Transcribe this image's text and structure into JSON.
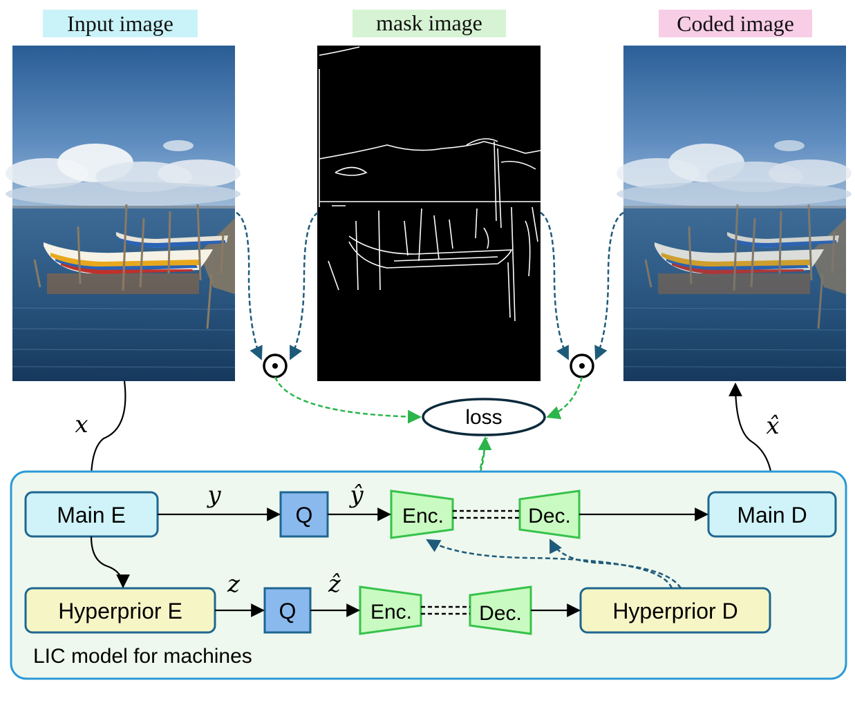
{
  "images": {
    "input": {
      "label": "Input image",
      "label_bg": "#c9f3f8"
    },
    "mask": {
      "label": "mask image",
      "label_bg": "#d6f3d3"
    },
    "coded": {
      "label": "Coded image",
      "label_bg": "#f8cde6"
    }
  },
  "loss": {
    "label": "loss"
  },
  "operators": {
    "product_symbol": "⊙"
  },
  "math_labels": {
    "x": "x",
    "x_hat": "x̂",
    "y": "y",
    "y_hat": "ŷ",
    "z": "z",
    "z_hat": "ẑ"
  },
  "model": {
    "caption": "LIC model for machines",
    "main_e": "Main E",
    "main_d": "Main D",
    "hyper_e": "Hyperprior E",
    "hyper_d": "Hyperprior D",
    "q_top": "Q",
    "q_bottom": "Q",
    "enc_top": "Enc.",
    "dec_top": "Dec.",
    "enc_bottom": "Enc.",
    "dec_bottom": "Dec."
  },
  "colors": {
    "main_box_fill": "#cff3f8",
    "hyper_box_fill": "#f6f5c6",
    "box_stroke": "#1d6690",
    "q_fill": "#8ab9ee",
    "coder_fill": "#c9fac1",
    "coder_stroke": "#36c24a",
    "model_bg": "#eef8ee",
    "model_stroke": "#2a9ad6",
    "dashed_blue": "#1e5a7a",
    "dashed_green": "#2bb54a"
  }
}
